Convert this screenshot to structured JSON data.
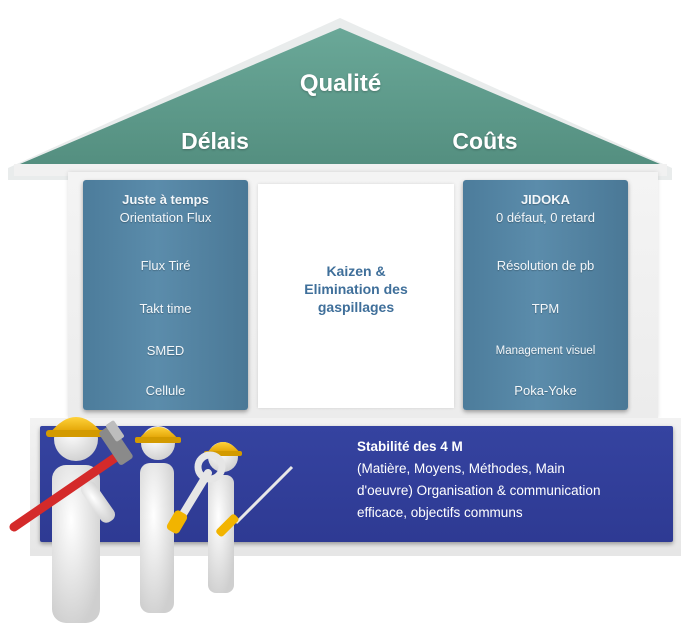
{
  "roof": {
    "top": "Qualité",
    "left": "Délais",
    "right": "Coûts",
    "color": "#5e9d8e"
  },
  "pillar_left": {
    "items": [
      "Juste à temps",
      "Orientation Flux",
      "Flux Tiré",
      "Takt time",
      "SMED",
      "Cellule"
    ]
  },
  "center": {
    "lines": [
      "Kaizen  &",
      "Elimination des",
      "gaspillages"
    ]
  },
  "pillar_right": {
    "items": [
      "JIDOKA",
      "0 défaut, 0 retard",
      "Résolution de pb",
      "TPM",
      "Management visuel",
      "Poka-Yoke"
    ]
  },
  "foundation": {
    "lines": [
      "Stabilité des 4 M",
      "(Matière, Moyens, Méthodes, Main",
      "d'oeuvre) Organisation & communication",
      "efficace, objectifs communs"
    ],
    "color": "#2f3b95"
  },
  "colors": {
    "pillar": "#5687a6",
    "center_text": "#3f6f9a",
    "helmet": "#f2b400",
    "hammer": "#d42a2a"
  },
  "icons": [
    "worker-figure",
    "hammer-icon",
    "wrench-icon",
    "screwdriver-icon"
  ]
}
